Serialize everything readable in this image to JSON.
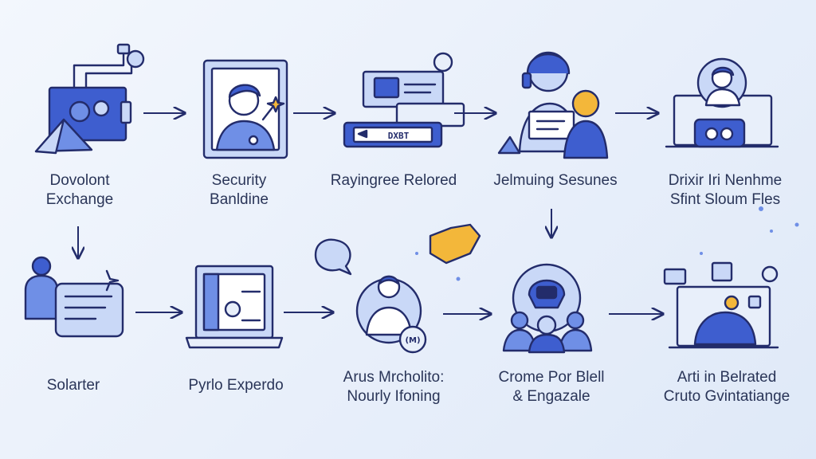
{
  "steps": [
    {
      "line1": "Dovolont",
      "line2": "Exchange"
    },
    {
      "line1": "Security",
      "line2": "Banldine"
    },
    {
      "line1": "Rayingree Relored",
      "line2": ""
    },
    {
      "line1": "Jelmuing Sesunes",
      "line2": ""
    },
    {
      "line1": "Drixir Iri Nenhme",
      "line2": "Sfint Sloum Fles"
    },
    {
      "line1": "Solarter",
      "line2": ""
    },
    {
      "line1": "Pyrlo Experdo",
      "line2": ""
    },
    {
      "line1": "Arus Mrcholito:",
      "line2": "Nourly Ifoning"
    },
    {
      "line1": "Crome Por Blell",
      "line2": "& Engazale"
    },
    {
      "line1": "Arti in Belrated",
      "line2": "Cruto Gvintatiange"
    }
  ],
  "icon_text": {
    "ticket": "DXBT",
    "badge": "(M)"
  },
  "colors": {
    "stroke": "#232c6b",
    "fill_dark": "#3e5ecf",
    "fill_mid": "#6f8fe6",
    "fill_light": "#c9d8f7",
    "accent": "#f3b73a"
  }
}
